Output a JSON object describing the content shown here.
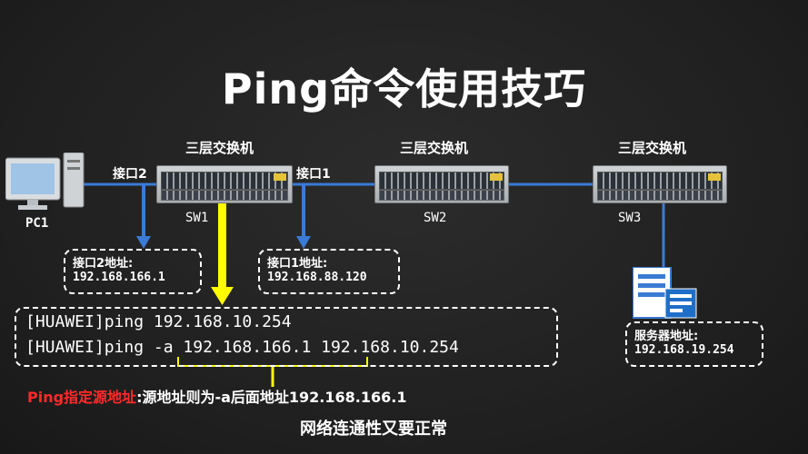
{
  "title": "Ping命令使用技巧",
  "switch_role": "三层交换机",
  "pc": {
    "label": "PC1"
  },
  "switches": [
    {
      "name": "SW1"
    },
    {
      "name": "SW2"
    },
    {
      "name": "SW3"
    }
  ],
  "interfaces": {
    "if2_label": "接口2",
    "if1_label": "接口1"
  },
  "addr_boxes": {
    "if2": {
      "title": "接口2地址:",
      "ip": "192.168.166.1"
    },
    "if1": {
      "title": "接口1地址:",
      "ip": "192.168.88.120"
    },
    "server": {
      "title": "服务器地址:",
      "ip": "192.168.19.254"
    }
  },
  "commands": {
    "prompt": "[HUAWEI]",
    "cmd1": "ping 192.168.10.254",
    "cmd2_prefix": "ping ",
    "cmd2_flag": "-a 192.168.166.1",
    "cmd2_suffix": " 192.168.10.254"
  },
  "explanation": {
    "red_part": "Ping指定源地址",
    "white_part": ":源地址则为-a后面地址192.168.166.1",
    "line2": "网络连通性又要正常"
  },
  "colors": {
    "accent_yellow": "#ffff00",
    "link_blue": "#3a7bd5",
    "highlight_red": "#ff2a2a"
  }
}
